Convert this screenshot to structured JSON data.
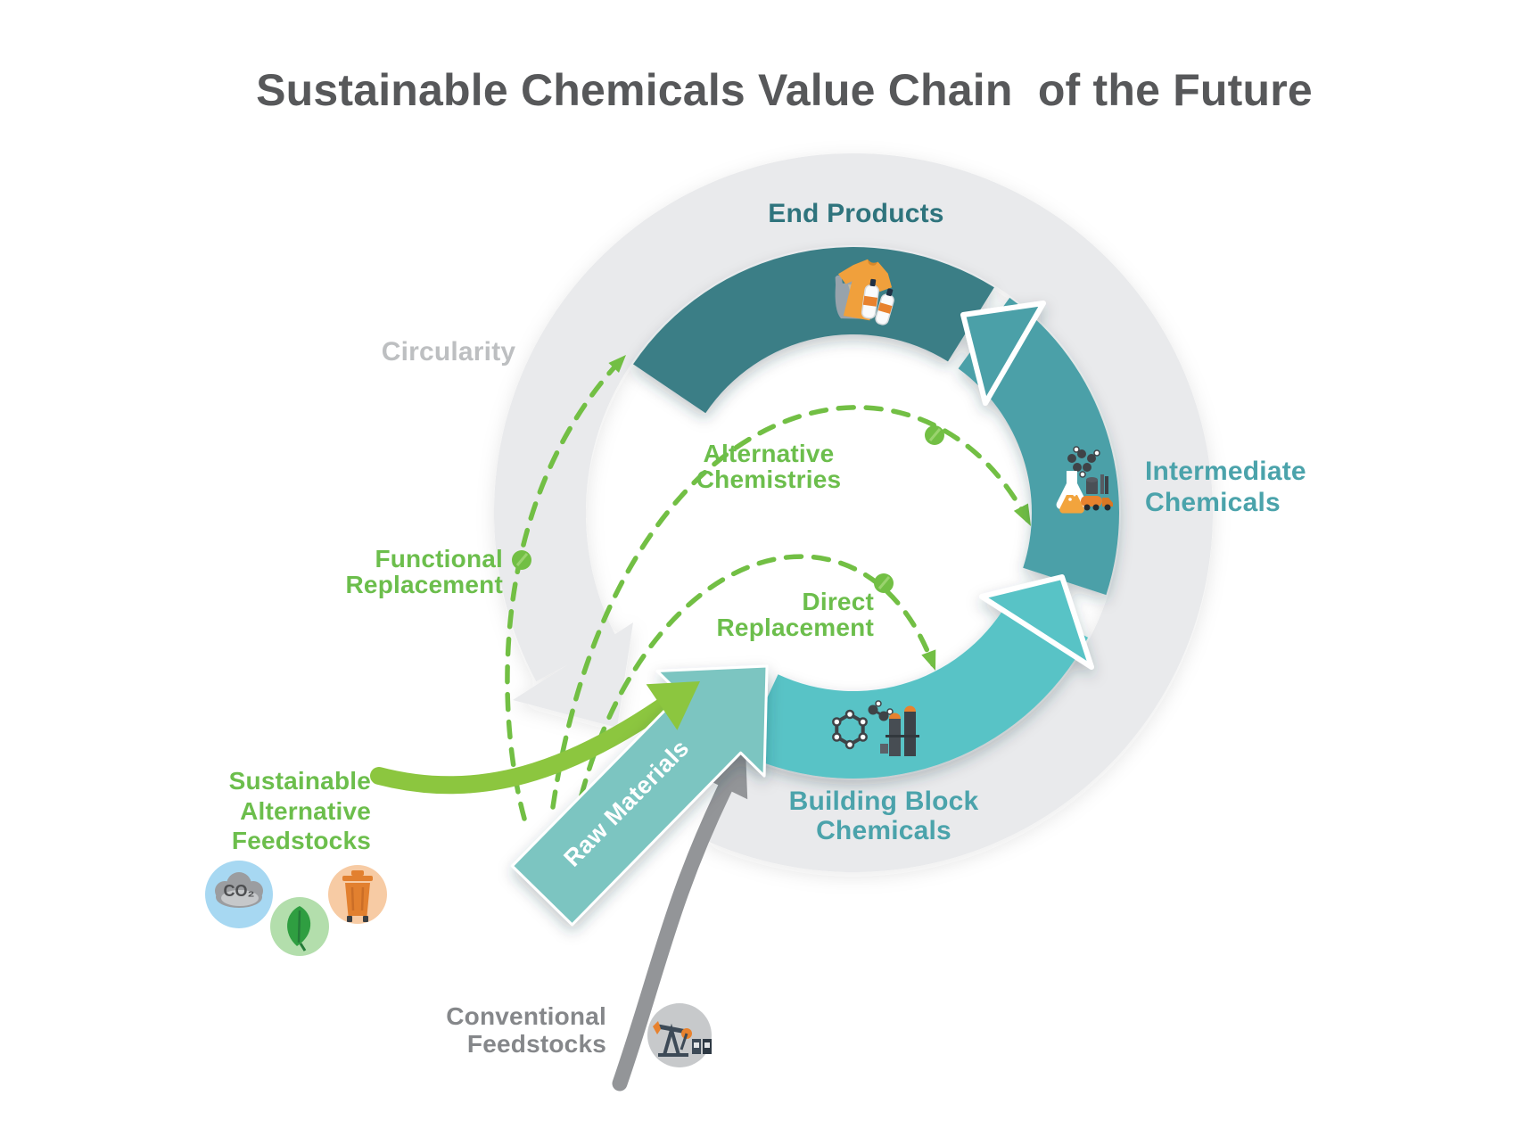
{
  "title": "Sustainable Chemicals Value Chain  of the Future",
  "colors": {
    "title_text": "#57585A",
    "circularity_text": "#BDBFC1",
    "ring_gray": "#E9EAEC",
    "arc_dark": "#3A7E86",
    "arc_medium": "#4BA0A8",
    "arc_light": "#59C3C6",
    "raw_arrow_teal": "#7CC5C1",
    "green": "#72BF44",
    "green_arrow": "#8CC63F",
    "gray_arrow": "#939598",
    "teal_text": "#4BA3AB",
    "end_products_text": "#2F747D",
    "green_text": "#6CBE4C",
    "gray_text": "#85878A"
  },
  "cycle": {
    "circularity_label": "Circularity",
    "stages": [
      {
        "id": "end-products",
        "label": "End Products",
        "arc_color": "#3A7E86",
        "icon": "tshirt-bag-bottles"
      },
      {
        "id": "intermediate-chemicals",
        "label": "Intermediate\nChemicals",
        "arc_color": "#4BA0A8",
        "icon": "flask-molecule-tanker-truck"
      },
      {
        "id": "building-block-chemicals",
        "label": "Building Block\nChemicals",
        "arc_color": "#59C3C6",
        "icon": "molecule-distillation-columns"
      }
    ]
  },
  "pathways": [
    {
      "id": "functional-replacement",
      "label": "Functional\nReplacement"
    },
    {
      "id": "alternative-chemistries",
      "label": "Alternative\nChemistries"
    },
    {
      "id": "direct-replacement",
      "label": "Direct\nReplacement"
    }
  ],
  "inputs": {
    "raw_materials_label": "Raw Materials",
    "sustainable": {
      "label": "Sustainable\nAlternative\nFeedstocks",
      "co2_text": "CO₂",
      "icons": [
        "co2-cloud",
        "leaf",
        "waste-bin"
      ]
    },
    "conventional": {
      "label": "Conventional\nFeedstocks",
      "icons": [
        "oil-pumpjack-barrels"
      ]
    }
  }
}
